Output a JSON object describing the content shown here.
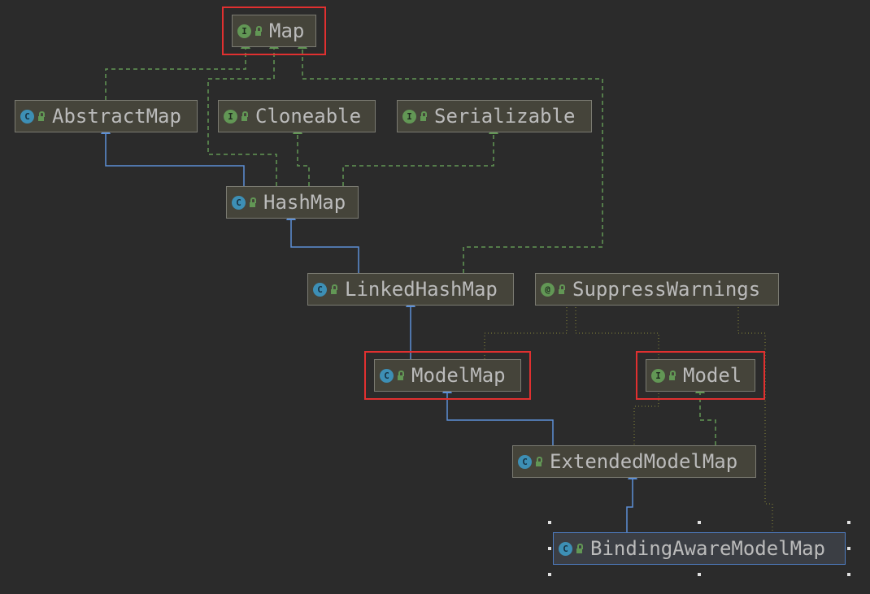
{
  "diagram": {
    "nodes": [
      {
        "id": "map",
        "label": "Map",
        "kind": "interface",
        "icon": "interface-icon"
      },
      {
        "id": "abstractmap",
        "label": "AbstractMap",
        "kind": "class",
        "icon": "class-icon"
      },
      {
        "id": "cloneable",
        "label": "Cloneable",
        "kind": "interface",
        "icon": "interface-icon"
      },
      {
        "id": "serializable",
        "label": "Serializable",
        "kind": "interface",
        "icon": "interface-icon"
      },
      {
        "id": "hashmap",
        "label": "HashMap",
        "kind": "class",
        "icon": "class-icon"
      },
      {
        "id": "linkedhashmap",
        "label": "LinkedHashMap",
        "kind": "class",
        "icon": "class-icon"
      },
      {
        "id": "suppresswarnings",
        "label": "SuppressWarnings",
        "kind": "annotation",
        "icon": "annotation-icon"
      },
      {
        "id": "modelmap",
        "label": "ModelMap",
        "kind": "class",
        "icon": "class-icon"
      },
      {
        "id": "model",
        "label": "Model",
        "kind": "interface",
        "icon": "interface-icon"
      },
      {
        "id": "extendedmodelmap",
        "label": "ExtendedModelMap",
        "kind": "class",
        "icon": "class-icon"
      },
      {
        "id": "bindingawaremodelmap",
        "label": "BindingAwareModelMap",
        "kind": "class",
        "icon": "class-icon",
        "selected": true
      }
    ],
    "edges": [
      {
        "from": "abstractmap",
        "to": "map",
        "type": "implements"
      },
      {
        "from": "hashmap",
        "to": "map",
        "type": "implements"
      },
      {
        "from": "linkedhashmap",
        "to": "map",
        "type": "implements"
      },
      {
        "from": "hashmap",
        "to": "abstractmap",
        "type": "extends"
      },
      {
        "from": "hashmap",
        "to": "cloneable",
        "type": "implements"
      },
      {
        "from": "hashmap",
        "to": "serializable",
        "type": "implements"
      },
      {
        "from": "linkedhashmap",
        "to": "hashmap",
        "type": "extends"
      },
      {
        "from": "modelmap",
        "to": "linkedhashmap",
        "type": "extends"
      },
      {
        "from": "extendedmodelmap",
        "to": "modelmap",
        "type": "extends"
      },
      {
        "from": "extendedmodelmap",
        "to": "model",
        "type": "implements"
      },
      {
        "from": "bindingawaremodelmap",
        "to": "extendedmodelmap",
        "type": "extends"
      },
      {
        "from": "suppresswarnings",
        "to": "modelmap",
        "type": "annotates"
      },
      {
        "from": "suppresswarnings",
        "to": "extendedmodelmap",
        "type": "annotates"
      },
      {
        "from": "suppresswarnings",
        "to": "bindingawaremodelmap",
        "type": "annotates"
      }
    ],
    "highlighted": [
      "map",
      "modelmap",
      "model"
    ],
    "colors": {
      "background": "#2b2b2b",
      "extends_edge": "#5c8fd6",
      "implements_edge": "#629755",
      "annotation_edge": "#8a8a3a",
      "highlight": "#e03030"
    }
  }
}
